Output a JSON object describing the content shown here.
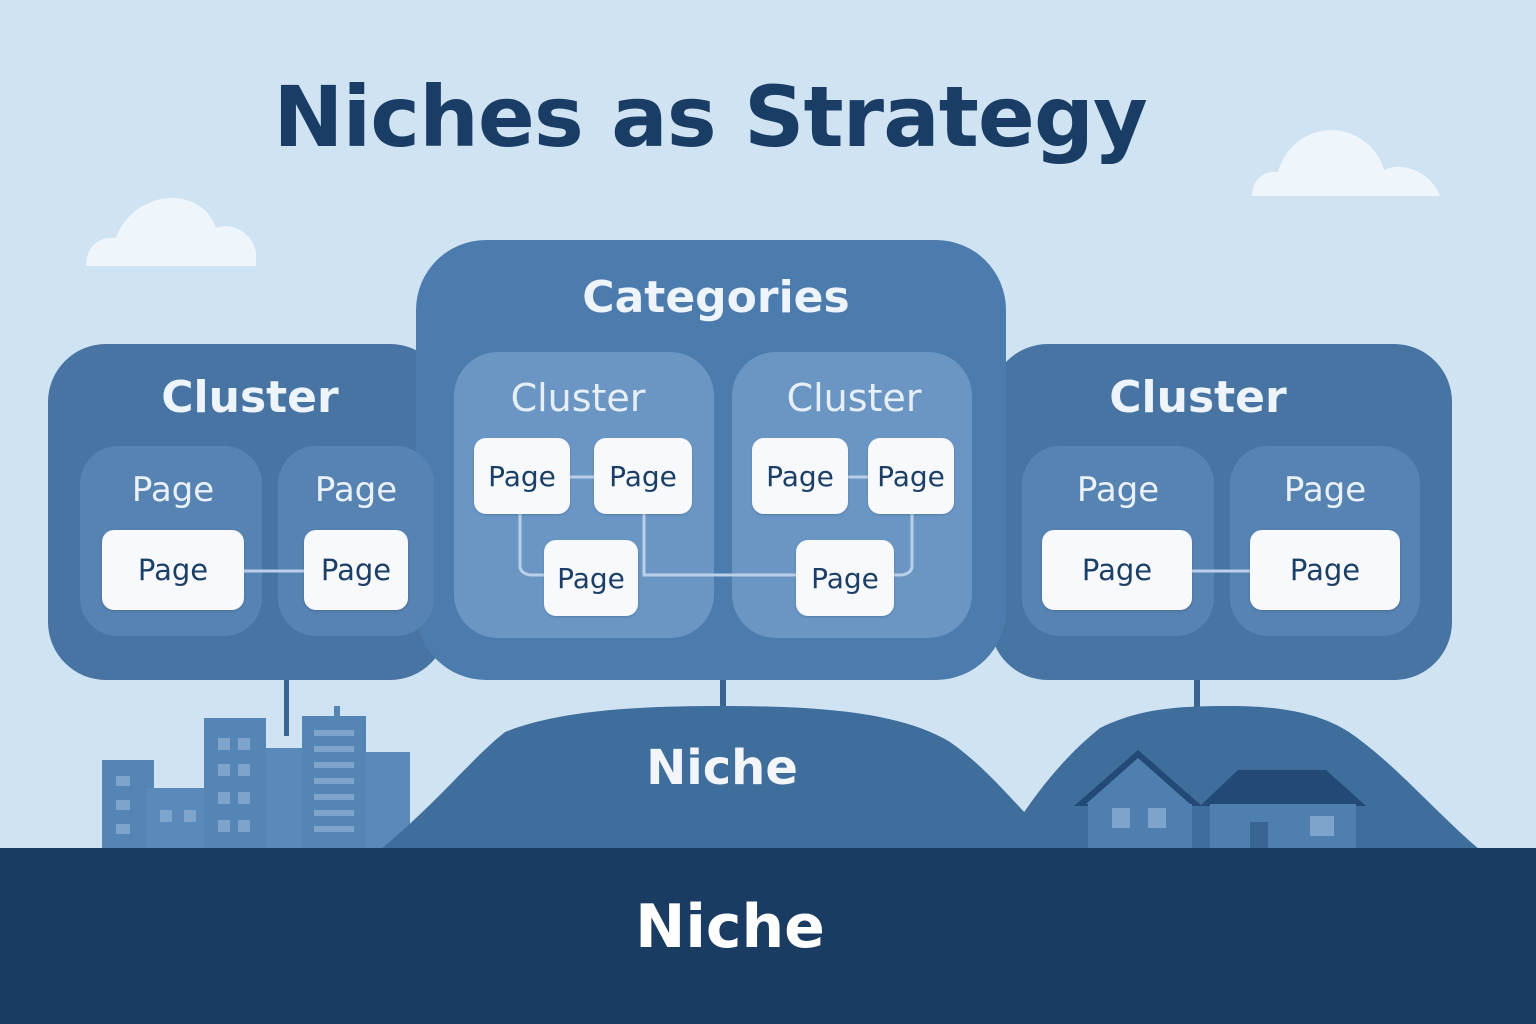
{
  "title": "Niches as Strategy",
  "categories_label": "Categories",
  "cluster_label": "Cluster",
  "page_label": "Page",
  "niche_hill_label": "Niche",
  "niche_base_label": "Niche",
  "colors": {
    "sky": "#cfe3f2",
    "panel_outer": "#4874a4",
    "panel_categories": "#4c7bad",
    "panel_inner": "#6b96c4",
    "hill": "#3f6e9c",
    "base": "#1a3c63",
    "title": "#1a3d66"
  }
}
